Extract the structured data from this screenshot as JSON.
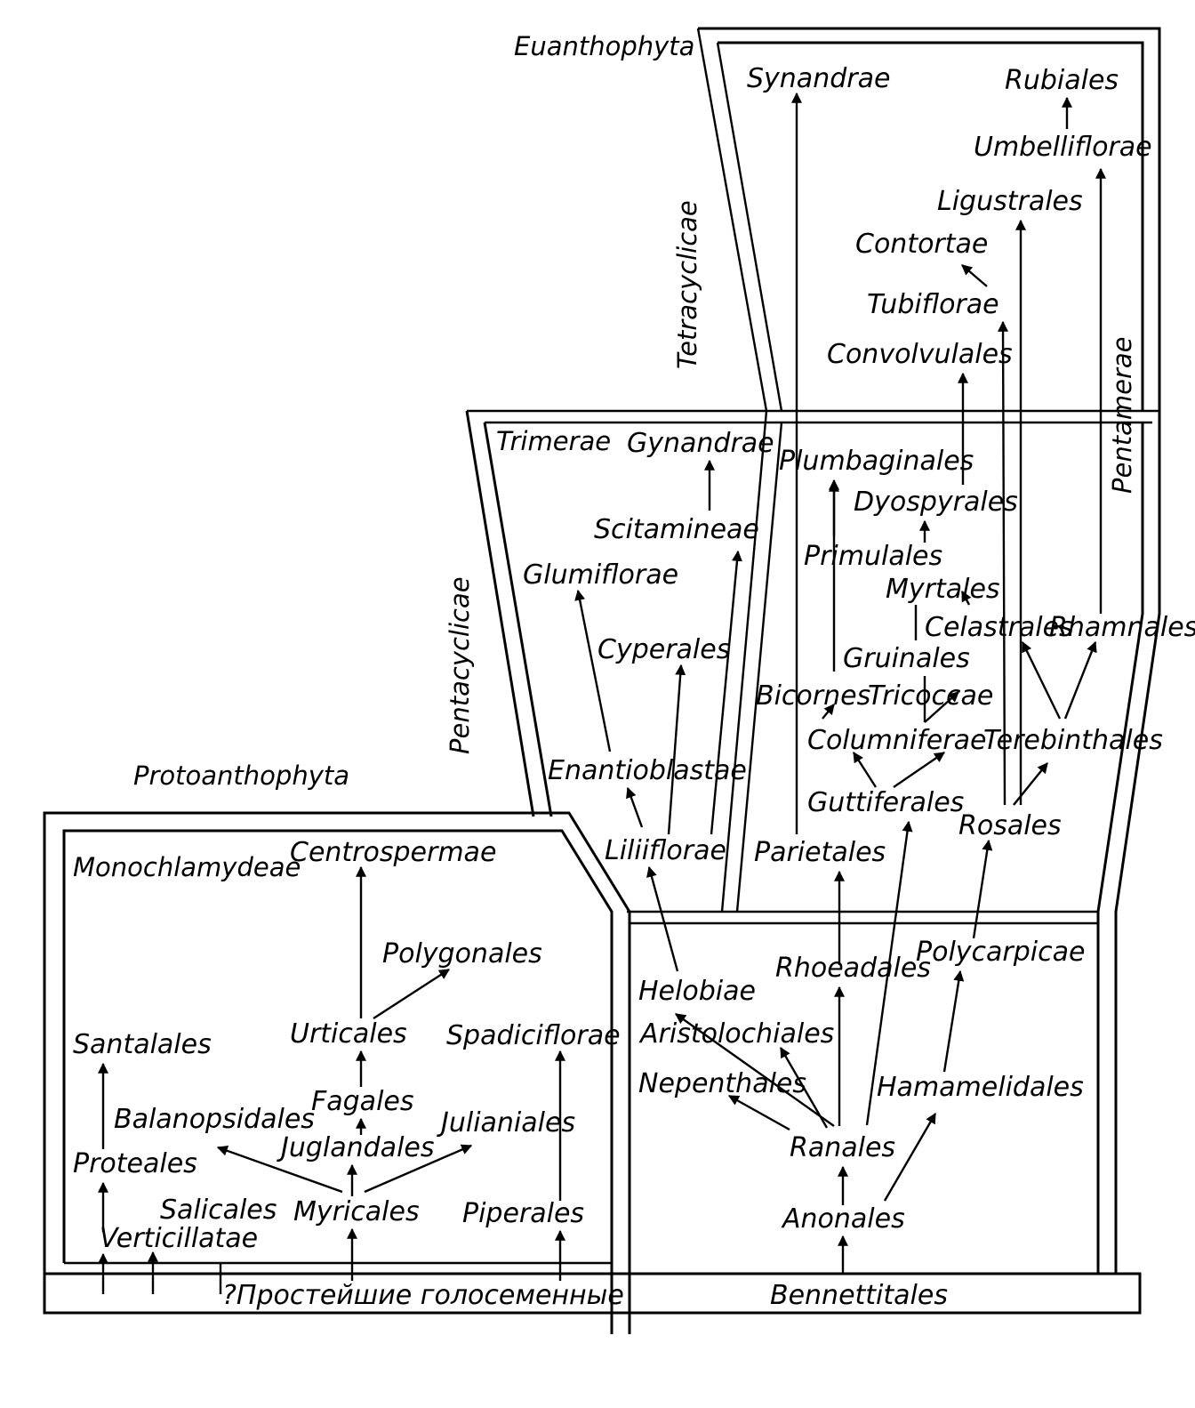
{
  "groups": {
    "euanthophyta": "Euanthophyta",
    "protoanthophyta": "Protoanthophyta",
    "tetracyclicae": "Tetracyclicae",
    "pentacyclicae": "Pentacyclicae",
    "pentamerae": "Pentamerae",
    "trimerae": "Trimerae",
    "monochlamydeae": "Monochlamydeae"
  },
  "base": {
    "left": "?Простейшие  голосеменные",
    "right": "Bennettitales"
  },
  "taxa": {
    "synandrae": "Synandrae",
    "rubiales": "Rubiales",
    "umbelliflorae": "Umbelliflorae",
    "ligustrales": "Ligustrales",
    "contortae": "Contortae",
    "tubiflorae": "Tubiflorae",
    "convolvulales": "Convolvulales",
    "gynandrae": "Gynandrae",
    "scitamineae": "Scitamineae",
    "glumiflorae": "Glumiflorae",
    "cyperales": "Cyperales",
    "enantioblastae": "Enantioblastae",
    "liliiflorae": "Liliiflorae",
    "plumbaginales": "Plumbaginales",
    "dyospyrales": "Dyospyrales",
    "primulales": "Primulales",
    "myrtales": "Myrtales",
    "celastrales": "Celastrales",
    "rhamnales": "Rhamnales",
    "gruinales": "Gruinales",
    "bicornes": "Bicornes",
    "tricoccae": "Tricoccae",
    "columniferae": "Columniferae",
    "terebinthales": "Terebinthales",
    "guttiferales": "Guttiferales",
    "rosales": "Rosales",
    "parietales": "Parietales",
    "centrospermae": "Centrospermae",
    "polygonales": "Polygonales",
    "santalales": "Santalales",
    "urticales": "Urticales",
    "spadiciflorae": "Spadiciflorae",
    "fagales": "Fagales",
    "balanopsidales": "Balanopsidales",
    "juglandales": "Juglandales",
    "julianiales": "Julianiales",
    "proteales": "Proteales",
    "salicales": "Salicales",
    "myricales": "Myricales",
    "piperales": "Piperales",
    "verticillatae": "Verticillatae",
    "rhoeadales": "Rhoeadales",
    "polycarpicae": "Polycarpicae",
    "helobiae": "Helobiae",
    "aristolochiales": "Aristolochiales",
    "nepenthales": "Nepenthales",
    "hamamelidales": "Hamamelidales",
    "ranales": "Ranales",
    "anonales": "Anonales"
  }
}
